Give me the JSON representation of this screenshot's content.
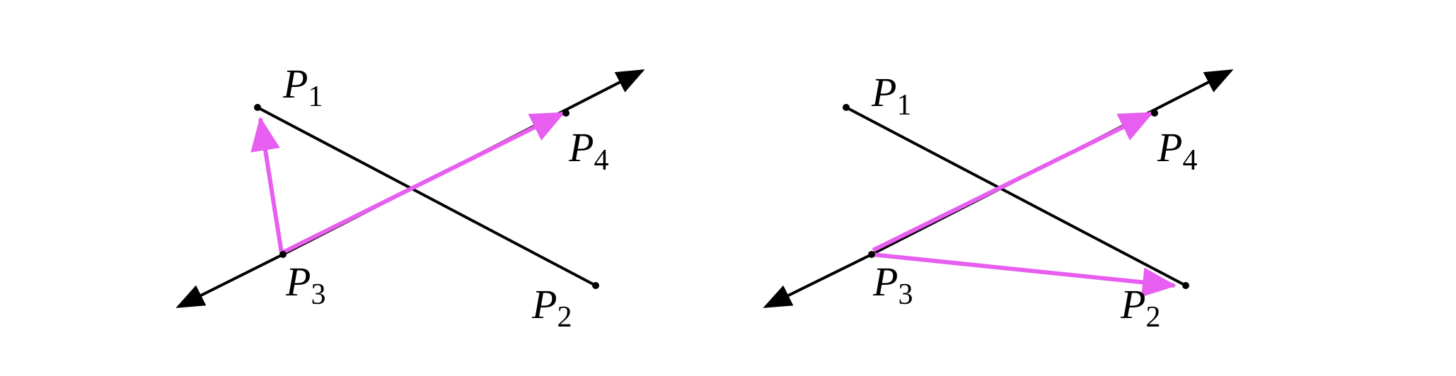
{
  "colors": {
    "line": "#000000",
    "vector": "#e75ef0",
    "background": "#ffffff"
  },
  "panels": [
    {
      "labels": {
        "p1": {
          "letter": "P",
          "sub": "1"
        },
        "p2": {
          "letter": "P",
          "sub": "2"
        },
        "p3": {
          "letter": "P",
          "sub": "3"
        },
        "p4": {
          "letter": "P",
          "sub": "4"
        }
      },
      "vectors": [
        "P3→P1",
        "P3→P4"
      ]
    },
    {
      "labels": {
        "p1": {
          "letter": "P",
          "sub": "1"
        },
        "p2": {
          "letter": "P",
          "sub": "2"
        },
        "p3": {
          "letter": "P",
          "sub": "3"
        },
        "p4": {
          "letter": "P",
          "sub": "4"
        }
      },
      "vectors": [
        "P3→P2",
        "P3→P4"
      ]
    }
  ]
}
